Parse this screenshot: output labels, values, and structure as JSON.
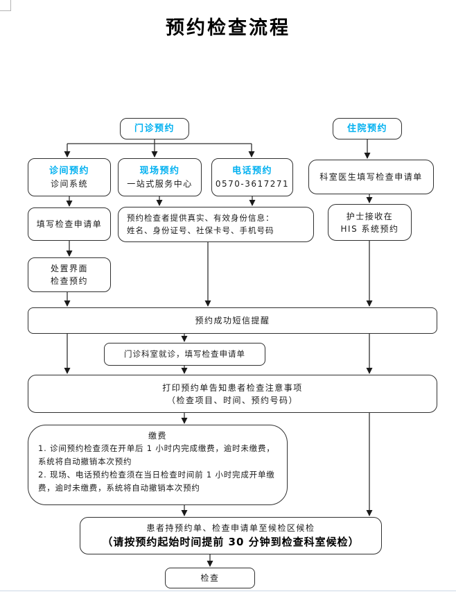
{
  "page": {
    "title": "预约检查流程",
    "accent_color": "#00b0f0"
  },
  "nodes": {
    "menzhen": {
      "label": "门诊预约"
    },
    "zhuyuan": {
      "label": "住院预约"
    },
    "zhenjian": {
      "title": "诊间预约",
      "subtitle": "诊间系统"
    },
    "xianchang": {
      "title": "现场预约",
      "subtitle": "一站式服务中心"
    },
    "dianhua": {
      "title": "电话预约",
      "subtitle": "0570-3617271"
    },
    "keshi": {
      "label": "科室医生填写检查申请单"
    },
    "tianxie": {
      "label": "填写检查申请单"
    },
    "tigong": {
      "line1": "预约检查者提供真实、有效身份信息：",
      "line2": "姓名、身份证号、社保卡号、手机号码"
    },
    "hushi": {
      "line1": "护士接收在",
      "line2": "HIS 系统预约"
    },
    "chuzhi": {
      "line1": "处置界面",
      "line2": "检查预约"
    },
    "duanxin": {
      "label": "预约成功短信提醒"
    },
    "jiuzhen": {
      "label": "门诊科室就诊，填写检查申请单"
    },
    "dayin": {
      "line1": "打印预约单告知患者检查注意事项",
      "line2": "（检查项目、时间、预约号码）"
    },
    "jiaofei": {
      "title": "缴费",
      "item1": "1. 诊间预约检查须在开单后 1 小时内完成缴费，逾时未缴费，系统将自动撤销本次预约",
      "item2": "2. 现场、电话预约检查须在当日检查时间前 1 小时完成开单缴费，逾时未缴费，系统将自动撤销本次预约"
    },
    "houjian": {
      "line1": "患者持预约单、检查申请单至候检区候检",
      "line2": "（请按预约起始时间提前 30 分钟到检查科室候检）"
    },
    "jiancha": {
      "label": "检查"
    }
  }
}
